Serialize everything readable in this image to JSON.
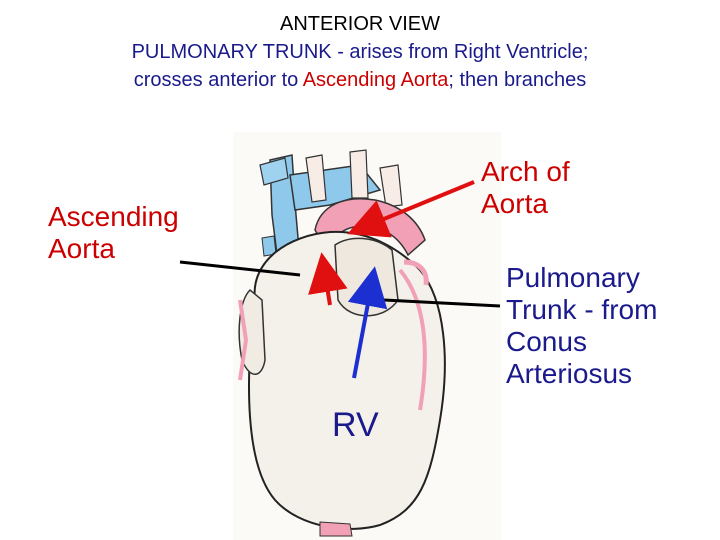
{
  "heading": {
    "line1": "ANTERIOR VIEW",
    "line2": "PULMONARY TRUNK - arises from Right Ventricle;",
    "line3_a": "crosses anterior to ",
    "line3_b": "Ascending Aorta",
    "line3_c": "; then branches"
  },
  "labels": {
    "ascending_aorta": [
      "Ascending",
      "Aorta"
    ],
    "arch_of_aorta": [
      "Arch of",
      "Aorta"
    ],
    "pulmonary_trunk": [
      "Pulmonary",
      "Trunk - from",
      "Conus",
      "Arteriosus"
    ],
    "rv": "RV"
  },
  "colors": {
    "title_blue": "#1a1a8c",
    "label_red": "#cc0000",
    "arrow_red": "#e01010",
    "arrow_blue": "#1c2fd1",
    "vessel_blue": "#8ec8ea",
    "vessel_pink": "#f2a0b6",
    "heart_fill": "#f4f0ea"
  }
}
